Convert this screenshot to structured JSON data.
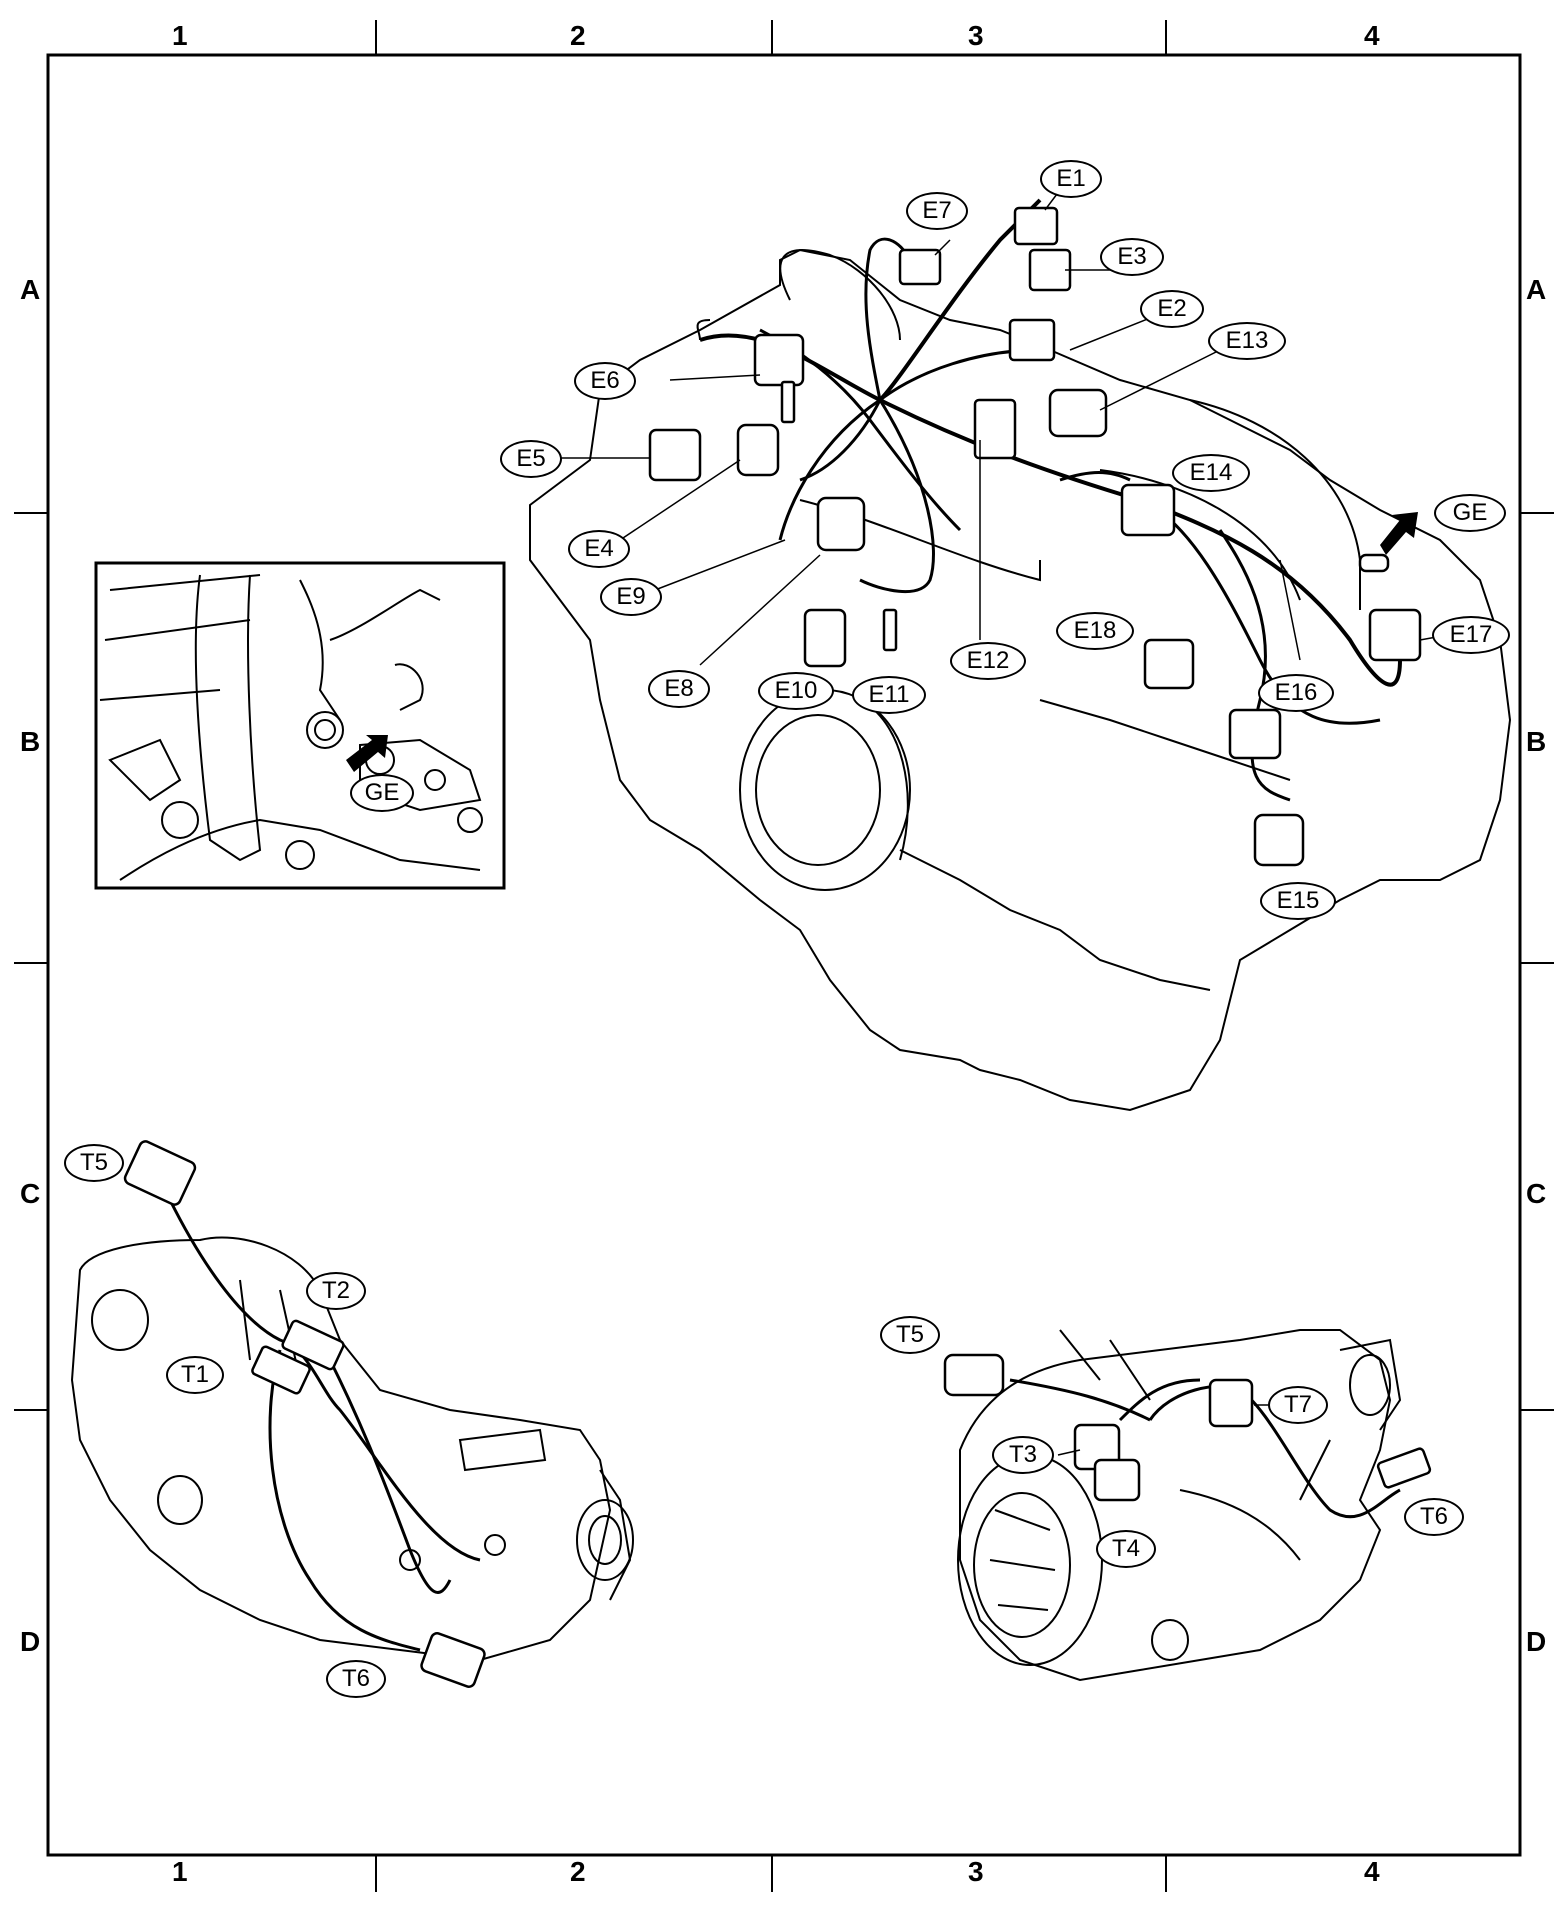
{
  "grid": {
    "columns": [
      "1",
      "2",
      "3",
      "4"
    ],
    "rows": [
      "A",
      "B",
      "C",
      "D"
    ]
  },
  "engine_connectors": [
    "E1",
    "E2",
    "E3",
    "E4",
    "E5",
    "E6",
    "E7",
    "E8",
    "E9",
    "E10",
    "E11",
    "E12",
    "E13",
    "E14",
    "E15",
    "E16",
    "E17",
    "E18"
  ],
  "ground_label": "GE",
  "inset_ground_label": "GE",
  "transmission_left": [
    "T1",
    "T2",
    "T5",
    "T6"
  ],
  "transmission_right": [
    "T3",
    "T4",
    "T5",
    "T6",
    "T7"
  ]
}
